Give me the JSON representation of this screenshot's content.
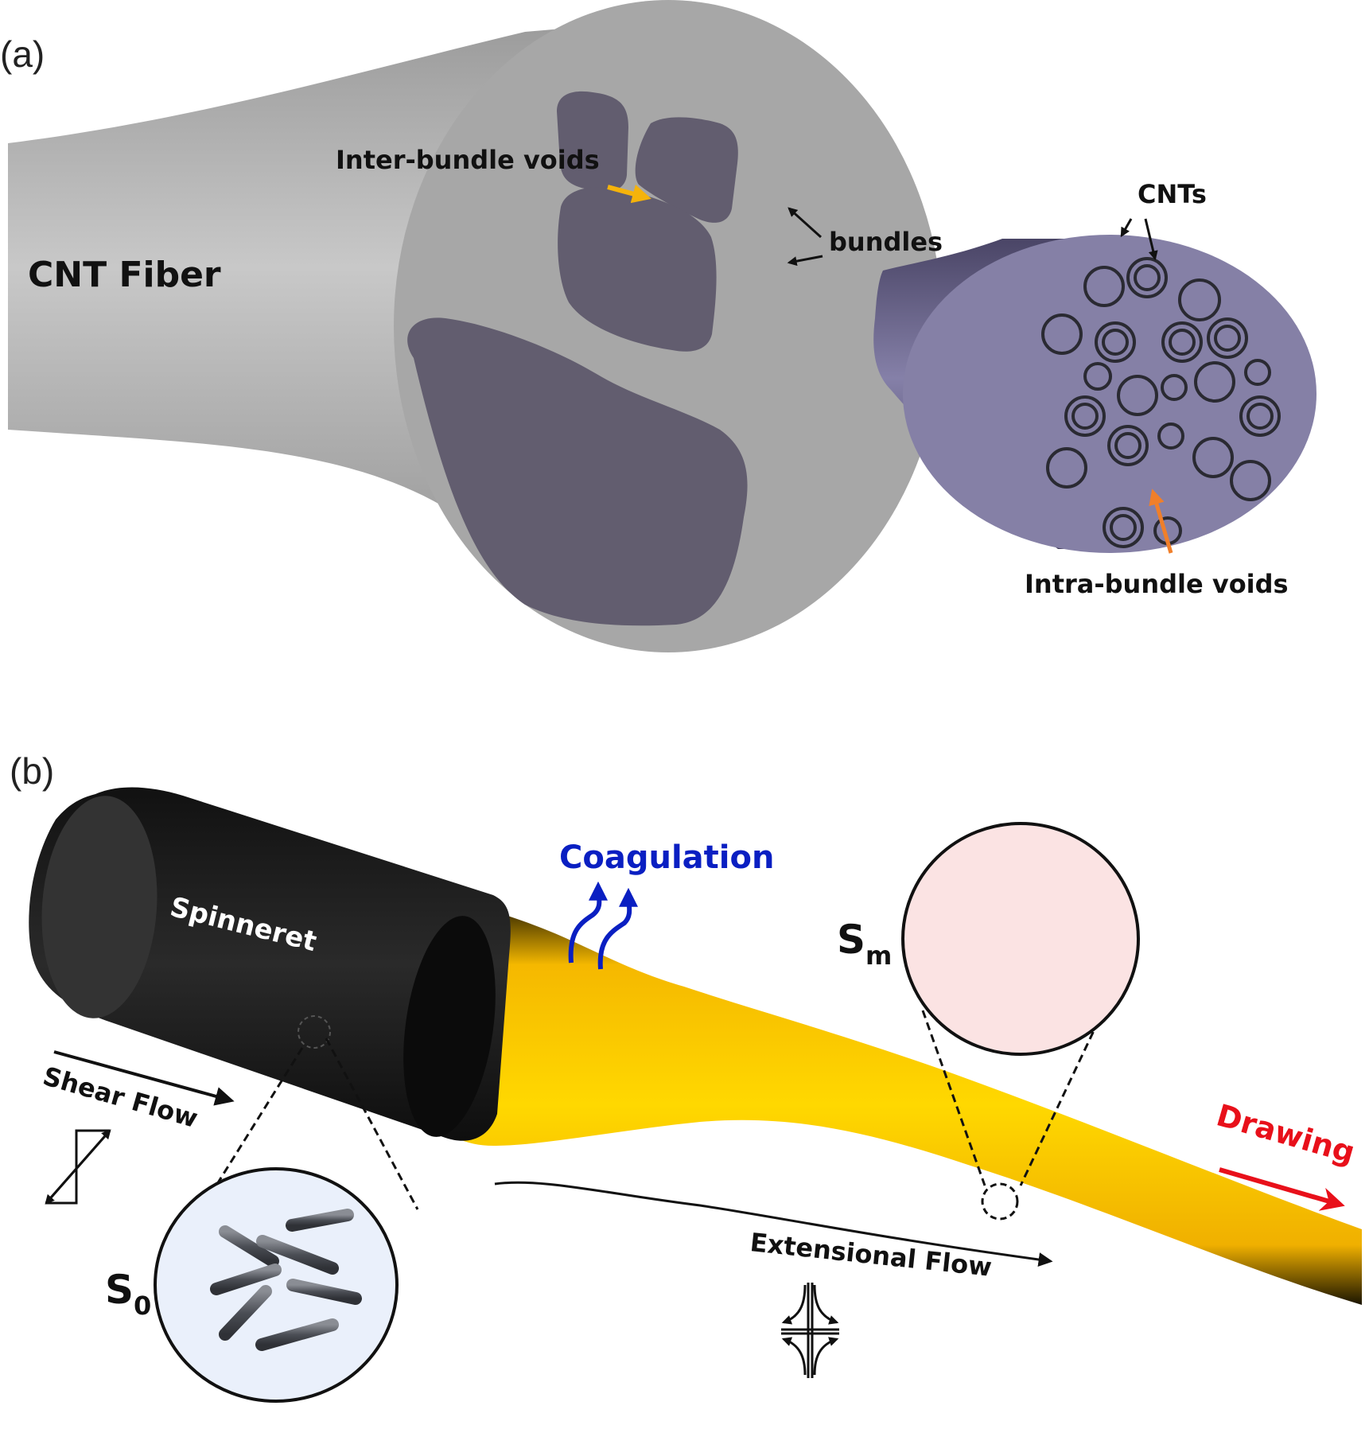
{
  "figure": {
    "panel_a": {
      "label": "(a)",
      "fiber_label": "CNT Fiber",
      "inter_bundle_label": "Inter-bundle voids",
      "bundles_label": "bundles",
      "cnts_label": "CNTs",
      "intra_bundle_label": "Intra-bundle voids",
      "colors": {
        "fiber": "#a6a6a6",
        "bundle": "#625d6f",
        "bundle_strand": "#7f7a9e",
        "inter_arrow": "#f5b30b",
        "intra_arrow": "#f07f2a"
      }
    },
    "panel_b": {
      "label": "(b)",
      "spinneret_label": "Spinneret",
      "coagulation_label": "Coagulation",
      "shear_flow_label": "Shear Flow",
      "extensional_flow_label": "Extensional Flow",
      "drawing_label": "Drawing",
      "s0_label": "S",
      "s0_sub": "0",
      "sm_label": "S",
      "sm_sub": "m",
      "colors": {
        "spinneret": "#1c1c1c",
        "dope": "#ffd000",
        "coagulation": "#0a1fc2",
        "drawing": "#e8101a",
        "s0_bg": "#eaf0fb",
        "sm_bg": "#fbe3e3",
        "rod": "#55585f"
      }
    }
  }
}
